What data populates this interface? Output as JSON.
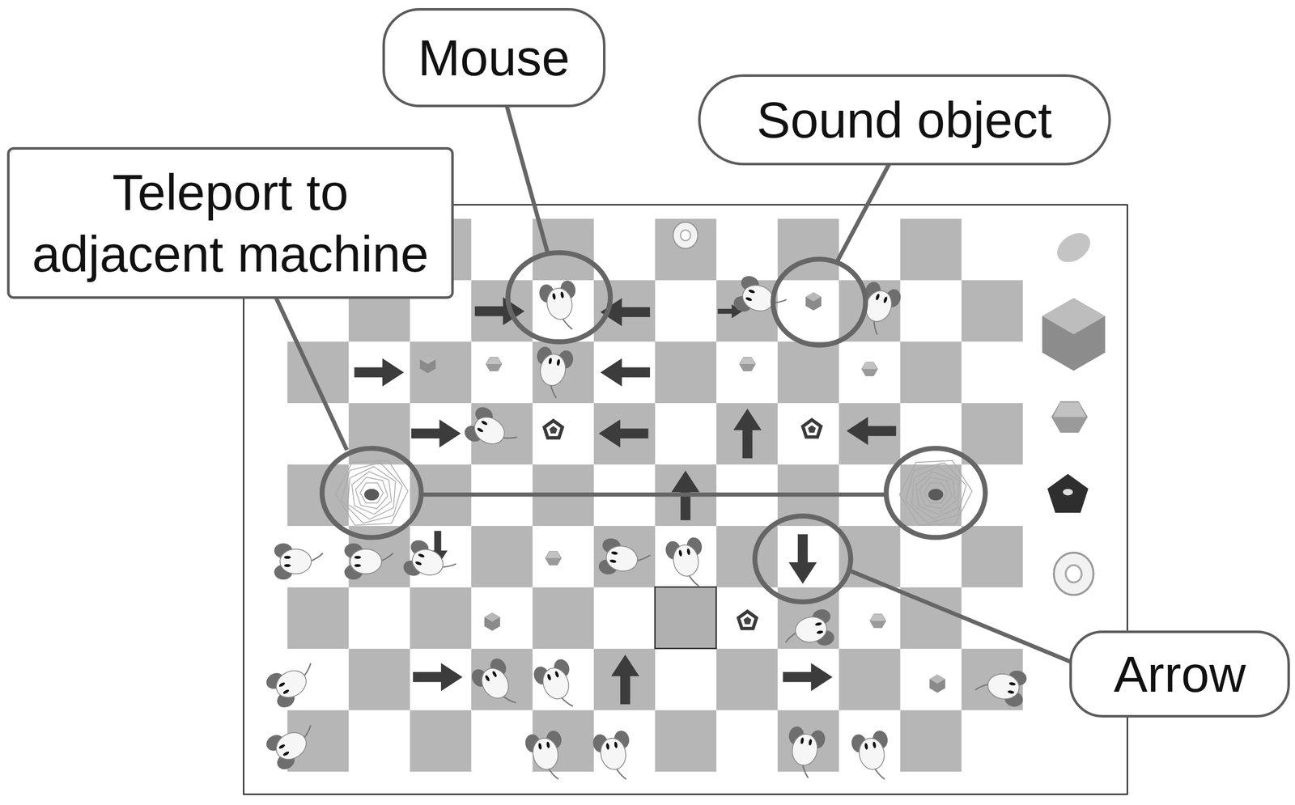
{
  "diagram": {
    "nodes": [
      {
        "text": [
          "Mouse"
        ]
      },
      {
        "text": [
          "Sound object"
        ]
      },
      {
        "text": [
          "Teleport to adjacent machine"
        ]
      },
      {
        "text": [
          "Arrow"
        ]
      }
    ]
  }
}
